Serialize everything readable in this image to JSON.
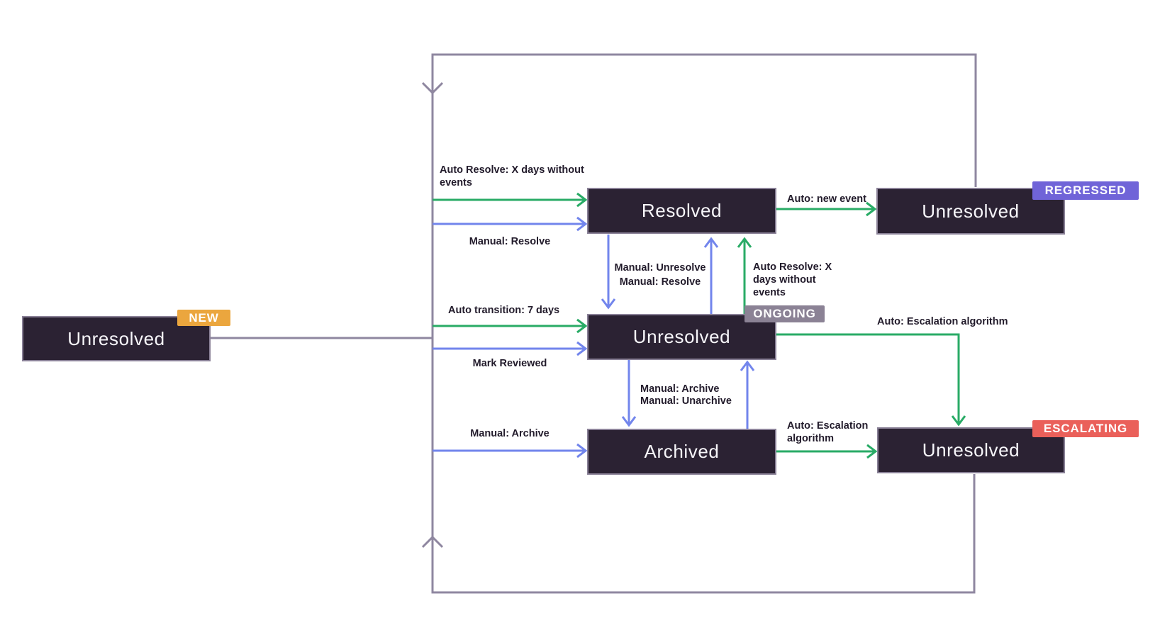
{
  "diagram_type": "issue-state-machine",
  "colors": {
    "background": "#ffffff",
    "node_fill": "#2b2233",
    "node_border": "#8a8197",
    "node_text": "#f7f6fa",
    "auto_edge_green": "#29ab66",
    "manual_edge_blue": "#7285ec",
    "loop_edge_gray": "#8f87a0",
    "label_text": "#221b2b",
    "badge_new": "#eba63e",
    "badge_regressed": "#7064d8",
    "badge_ongoing": "#8b8295",
    "badge_escalating": "#ea605a"
  },
  "nodes": {
    "new": {
      "label": "Unresolved",
      "badge": "NEW"
    },
    "resolved": {
      "label": "Resolved"
    },
    "regressed": {
      "label": "Unresolved",
      "badge": "REGRESSED"
    },
    "ongoing": {
      "label": "Unresolved",
      "badge": "ONGOING"
    },
    "archived": {
      "label": "Archived"
    },
    "escalating": {
      "label": "Unresolved",
      "badge": "ESCALATING"
    }
  },
  "labels": {
    "auto_resolve_top": "Auto Resolve: X days without events",
    "manual_resolve_top": "Manual: Resolve",
    "auto_transition": "Auto transition: 7 days",
    "mark_reviewed": "Mark Reviewed",
    "manual_archive_left": "Manual: Archive",
    "manual_unresolve": "Manual: Unresolve",
    "manual_resolve_mid": "Manual: Resolve",
    "auto_resolve_mid": "Auto Resolve: X days without events",
    "auto_new_event": "Auto: new event",
    "auto_escalation_top": "Auto: Escalation algorithm",
    "manual_archive_mid": "Manual: Archive",
    "manual_unarchive_mid": "Manual: Unarchive",
    "auto_escalation_bottom": "Auto: Escalation algorithm"
  }
}
